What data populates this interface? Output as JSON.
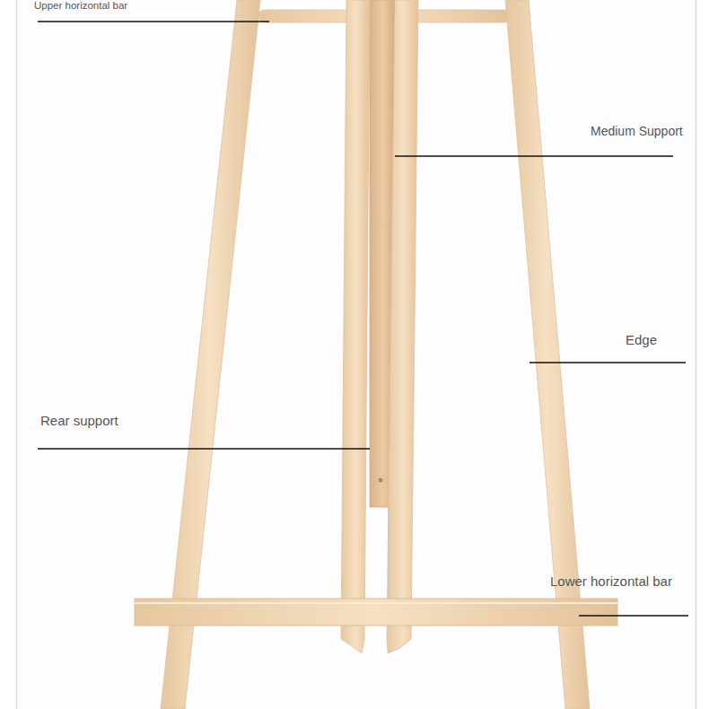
{
  "diagram": {
    "labels": [
      "Upper horizontal bar",
      "Medium Support",
      "Edge",
      "Rear support",
      "Lower horizontal bar"
    ]
  }
}
